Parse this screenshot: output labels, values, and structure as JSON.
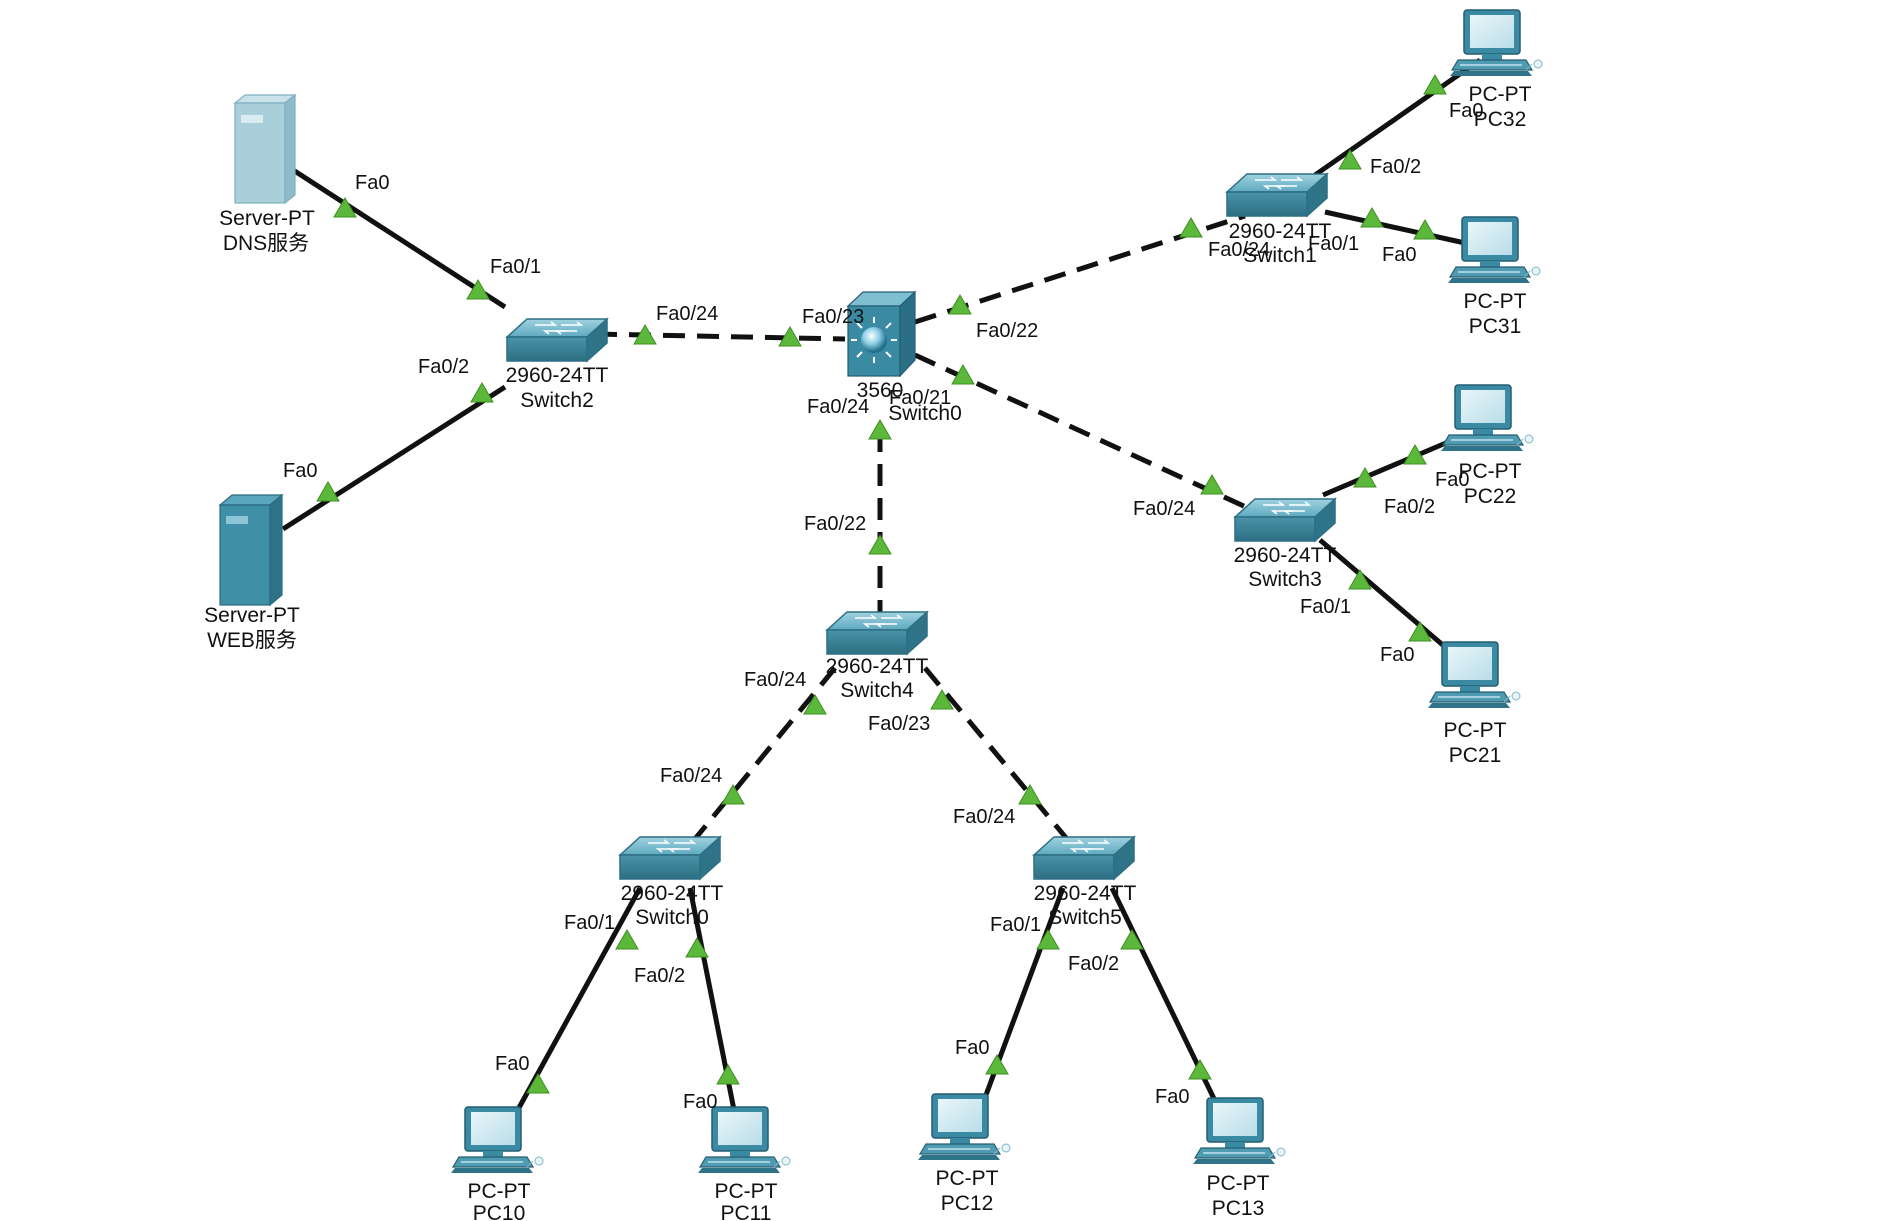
{
  "nodes": {
    "dns_server": {
      "model": "Server-PT",
      "name": "DNS服务"
    },
    "web_server": {
      "model": "Server-PT",
      "name": "WEB服务"
    },
    "switch2": {
      "model": "2960-24TT",
      "name": "Switch2"
    },
    "core_switch": {
      "model": "3560",
      "name": "Switch0"
    },
    "switch1": {
      "model": "2960-24TT",
      "name": "Switch1"
    },
    "switch3": {
      "model": "2960-24TT",
      "name": "Switch3"
    },
    "switch4": {
      "model": "2960-24TT",
      "name": "Switch4"
    },
    "switch0_acc": {
      "model": "2960-24TT",
      "name": "Switch0"
    },
    "switch5": {
      "model": "2960-24TT",
      "name": "Switch5"
    },
    "pc32": {
      "model": "PC-PT",
      "name": "PC32"
    },
    "pc31": {
      "model": "PC-PT",
      "name": "PC31"
    },
    "pc22": {
      "model": "PC-PT",
      "name": "PC22"
    },
    "pc21": {
      "model": "PC-PT",
      "name": "PC21"
    },
    "pc10": {
      "model": "PC-PT",
      "name": "PC10"
    },
    "pc11": {
      "model": "PC-PT",
      "name": "PC11"
    },
    "pc12": {
      "model": "PC-PT",
      "name": "PC12"
    },
    "pc13": {
      "model": "PC-PT",
      "name": "PC13"
    }
  },
  "links": [
    {
      "id": "dns-sw2",
      "type": "copper-straight",
      "a_port": "Fa0",
      "b_port": "Fa0/1"
    },
    {
      "id": "web-sw2",
      "type": "copper-straight",
      "a_port": "Fa0",
      "b_port": "Fa0/2"
    },
    {
      "id": "sw2-core",
      "type": "copper-crossover",
      "a_port": "Fa0/24",
      "b_port": "Fa0/23"
    },
    {
      "id": "core-sw1",
      "type": "copper-crossover",
      "a_port": "Fa0/22",
      "b_port": "Fa0/24"
    },
    {
      "id": "core-sw3",
      "type": "copper-crossover",
      "a_port": "Fa0/21",
      "b_port": "Fa0/24"
    },
    {
      "id": "core-sw4",
      "type": "copper-crossover",
      "a_port": "Fa0/24",
      "b_port": "Fa0/22"
    },
    {
      "id": "sw1-pc32",
      "type": "copper-straight",
      "a_port": "Fa0/2",
      "b_port": "Fa0"
    },
    {
      "id": "sw1-pc31",
      "type": "copper-straight",
      "a_port": "Fa0/1",
      "b_port": "Fa0"
    },
    {
      "id": "sw3-pc22",
      "type": "copper-straight",
      "a_port": "Fa0/2",
      "b_port": "Fa0"
    },
    {
      "id": "sw3-pc21",
      "type": "copper-straight",
      "a_port": "Fa0/1",
      "b_port": "Fa0"
    },
    {
      "id": "sw4-sw0",
      "type": "copper-crossover",
      "a_port": "Fa0/24",
      "b_port": "Fa0/24"
    },
    {
      "id": "sw4-sw5",
      "type": "copper-crossover",
      "a_port": "Fa0/23",
      "b_port": "Fa0/24"
    },
    {
      "id": "sw0-pc10",
      "type": "copper-straight",
      "a_port": "Fa0/1",
      "b_port": "Fa0"
    },
    {
      "id": "sw0-pc11",
      "type": "copper-straight",
      "a_port": "Fa0/2",
      "b_port": "Fa0"
    },
    {
      "id": "sw5-pc12",
      "type": "copper-straight",
      "a_port": "Fa0/1",
      "b_port": "Fa0"
    },
    {
      "id": "sw5-pc13",
      "type": "copper-straight",
      "a_port": "Fa0/2",
      "b_port": "Fa0"
    }
  ],
  "colors": {
    "link_up": "#5cb83a",
    "switch_body": "#4a93a8",
    "server_dns": "#a9cfdb",
    "server_web": "#3f8fa6",
    "pc_body": "#3a8aa3"
  }
}
